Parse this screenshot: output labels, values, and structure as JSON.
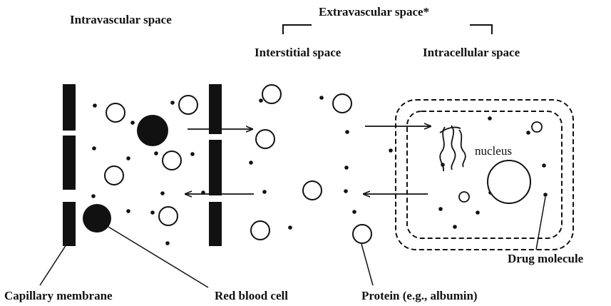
{
  "diagram": {
    "labels": {
      "intravascular": "Intravascular space",
      "extravascular": "Extravascular space*",
      "interstitial": "Interstitial space",
      "intracellular": "Intracellular space",
      "nucleus": "nucleus",
      "capillary_membrane": "Capillary membrane",
      "red_blood_cell": "Red blood cell",
      "protein": "Protein (e.g., albumin)",
      "drug_molecule": "Drug molecule"
    },
    "colors": {
      "ink": "#111111",
      "background": "#ffffff"
    }
  }
}
